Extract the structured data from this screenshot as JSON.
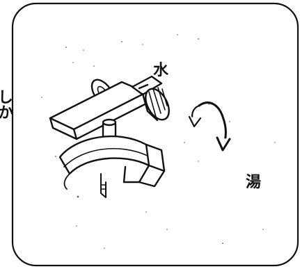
{
  "labels": {
    "cold": "水",
    "hot": "湯"
  },
  "side_text": "しか",
  "icons": {
    "faucet": "mixing-faucet-icon",
    "rotation": "rotate-arrow-icon"
  }
}
